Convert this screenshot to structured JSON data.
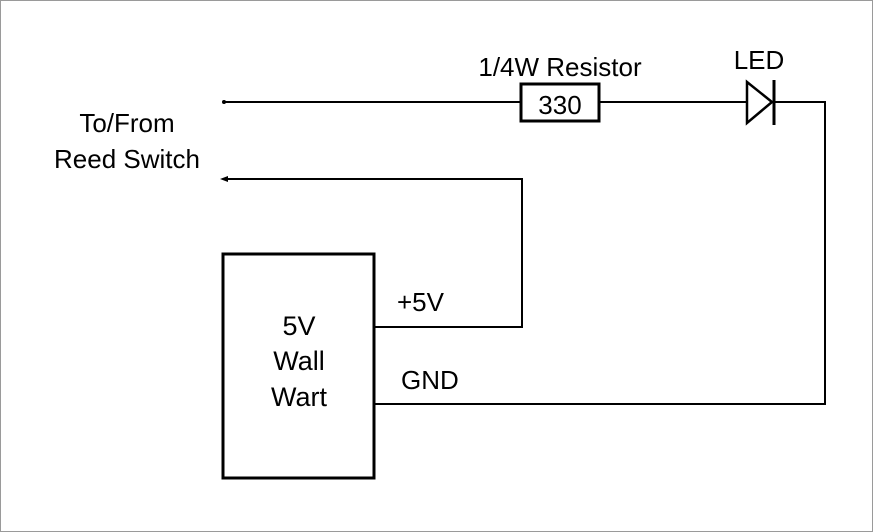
{
  "labels": {
    "to_from": "To/From",
    "reed_switch": "Reed Switch",
    "resistor_title": "1/4W Resistor",
    "resistor_value": "330",
    "led": "LED",
    "plus5v": "+5V",
    "gnd": "GND",
    "wart_line1": "5V",
    "wart_line2": "Wall",
    "wart_line3": "Wart"
  },
  "colors": {
    "wire": "#000000",
    "background": "#ffffff",
    "frame": "#9a9a9a"
  }
}
